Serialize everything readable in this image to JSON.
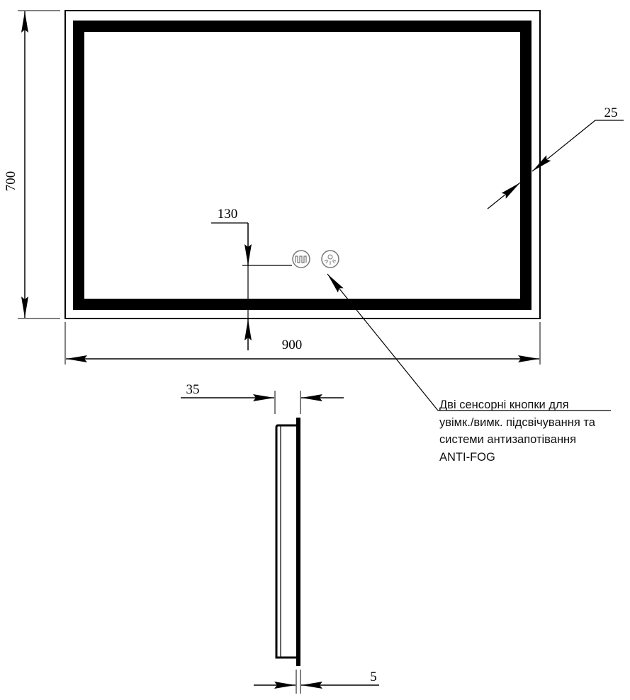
{
  "dimensions": {
    "height": "700",
    "width": "900",
    "frame_width": "25",
    "button_offset": "130",
    "depth": "35",
    "glass_thickness": "5"
  },
  "note": {
    "lines": [
      "Дві сенсорні кнопки для",
      "увімк./вимк. підсвічування та",
      "системи антизапотівання",
      "ANTI-FOG"
    ]
  },
  "icons": [
    "heater-icon",
    "light-icon"
  ],
  "colors": {
    "line": "#000000",
    "background": "#ffffff"
  }
}
